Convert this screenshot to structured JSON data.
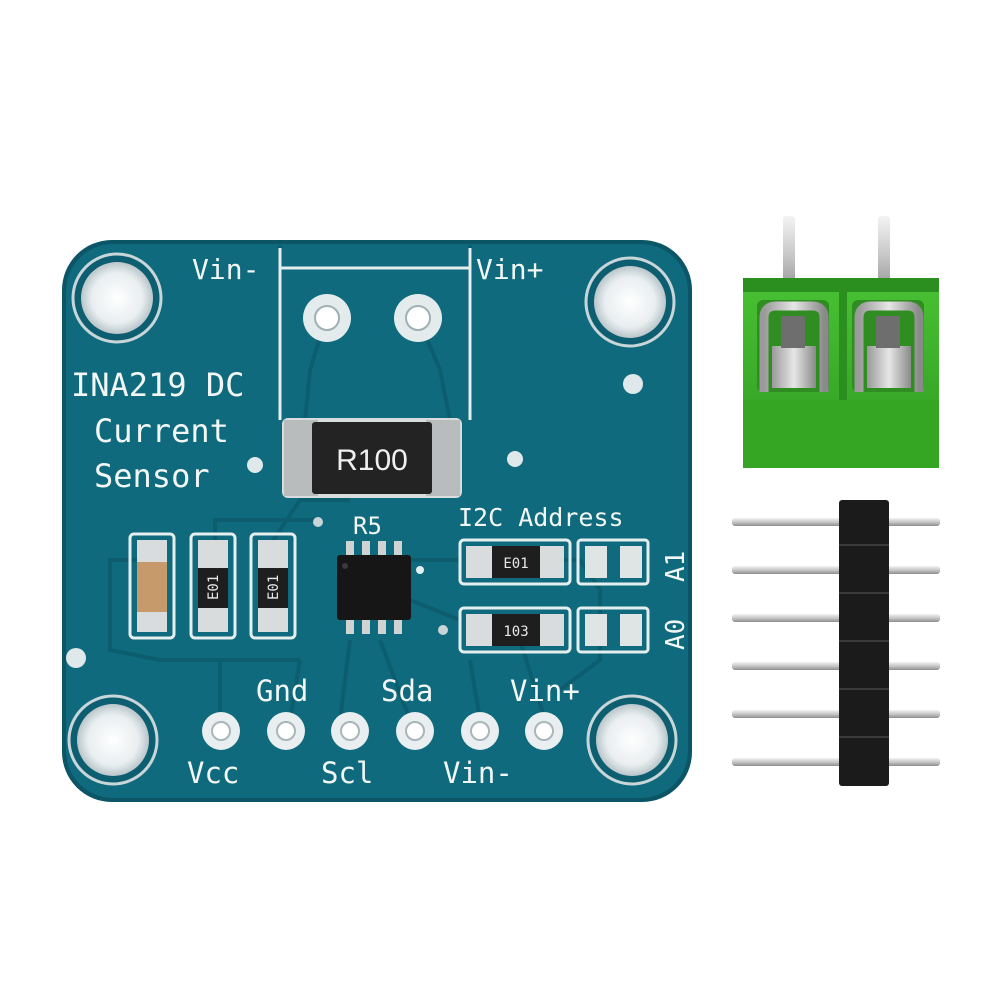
{
  "board": {
    "title_line1": "INA219 DC",
    "title_line2": "Current",
    "title_line3": "Sensor",
    "top_left_label": "Vin-",
    "top_right_label": "Vin+",
    "shunt_marking": "R100",
    "shunt_ref": "R5",
    "address_label": "I2C Address",
    "addr_a1": "A1",
    "addr_a0": "A0",
    "resistor_code_a": "E01",
    "resistor_code_b": "103",
    "pins_top": [
      "Gnd",
      "Sda",
      "Vin+"
    ],
    "pins_bottom": [
      "Vcc",
      "Scl",
      "Vin-"
    ]
  },
  "colors": {
    "pcb": "#0f6a7d",
    "pcb_edge": "#0b5566",
    "terminal_green": "#3fb42c",
    "header_black": "#1b1b1b"
  }
}
